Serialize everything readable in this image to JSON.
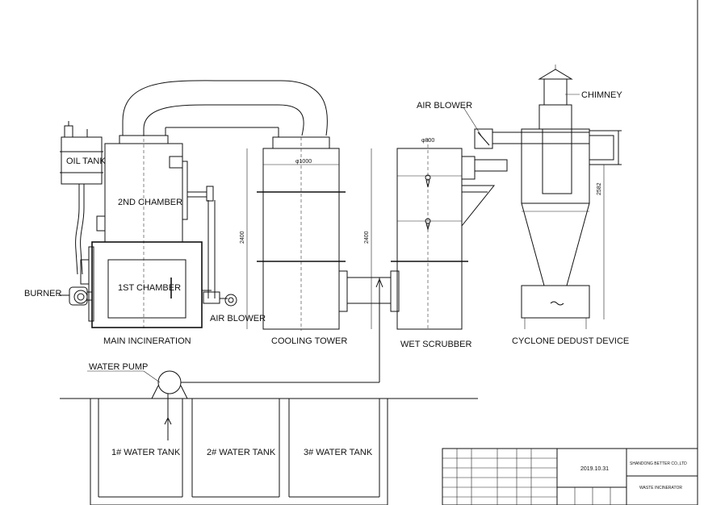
{
  "labels": {
    "oil_tank": "OIL TANK",
    "second_chamber": "2ND CHAMBER",
    "first_chamber": "1ST CHAMBER",
    "burner": "BURNER",
    "main_incineration": "MAIN INCINERATION",
    "air_blower_left": "AIR BLOWER",
    "cooling_tower": "COOLING TOWER",
    "wet_scrubber": "WET SCRUBBER",
    "air_blower_top": "AIR BLOWER",
    "chimney": "CHIMNEY",
    "cyclone": "CYCLONE DEDUST DEVICE",
    "water_pump": "WATER PUMP",
    "tank1": "1# WATER TANK",
    "tank2": "2# WATER TANK",
    "tank3": "3# WATER TANK"
  },
  "dimensions": {
    "cooling_diameter": "φ1000",
    "cooling_height": "2400",
    "scrubber_diameter": "φ800",
    "scrubber_height": "2400",
    "cyclone_height": "2582"
  },
  "title_block": {
    "date": "2019.10.31",
    "company": "SHANDONG BETTER CO.,LTD",
    "drawing_name": "WASTE INCINERATOR"
  }
}
